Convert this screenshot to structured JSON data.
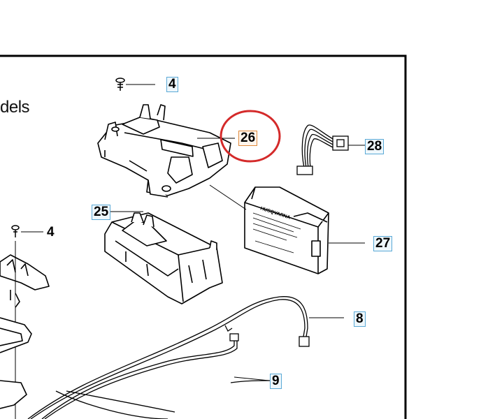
{
  "heading_fragment": "dels",
  "callouts": [
    {
      "id": "4a",
      "label": "4"
    },
    {
      "id": "26",
      "label": "26"
    },
    {
      "id": "28",
      "label": "28"
    },
    {
      "id": "25",
      "label": "25"
    },
    {
      "id": "4b",
      "label": "4"
    },
    {
      "id": "27",
      "label": "27"
    },
    {
      "id": "8",
      "label": "8"
    },
    {
      "id": "9",
      "label": "9"
    }
  ],
  "highlight_color": "#d42a2a",
  "frame_color": "#000000",
  "callout_box_color": "#5aa9d6",
  "highlight_callout_box_color": "#e08a3c",
  "battery_label_logo": "HUSQVARNA"
}
